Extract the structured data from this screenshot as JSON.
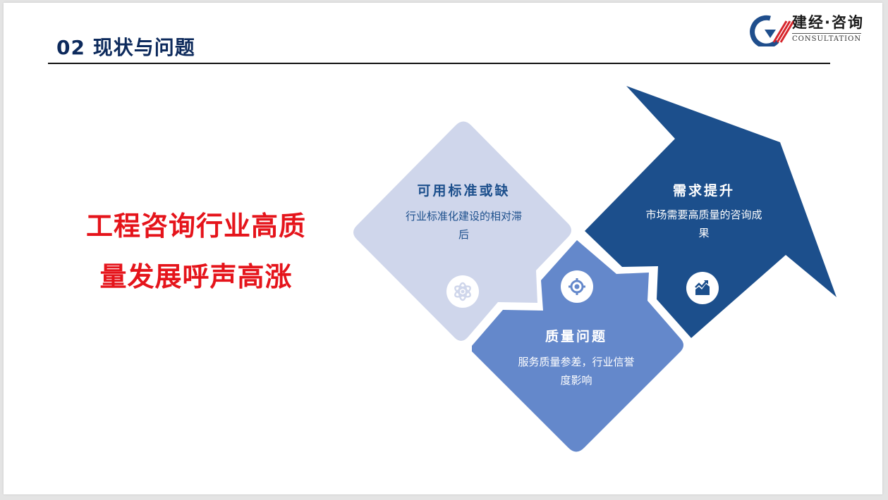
{
  "header": {
    "title": "02 现状与问题"
  },
  "logo": {
    "name_cn": "建经·咨询",
    "name_en": "CONSULTATION",
    "colors": {
      "blue": "#1f4e8c",
      "red": "#d7262c"
    }
  },
  "headline": {
    "line1": "工程咨询行业高质",
    "line2": "量发展呼声高涨",
    "color": "#e5141b"
  },
  "diagram": {
    "cards": [
      {
        "id": "standards",
        "title": "可用标准或缺",
        "description": "行业标准化建设的相对滞后",
        "icon": "atom-icon",
        "fill": "#cfd6eb",
        "text_color": "#1c4f8c"
      },
      {
        "id": "quality",
        "title": "质量问题",
        "description": "服务质量参差，行业信誉度影响",
        "icon": "target-icon",
        "fill": "#6488cb",
        "text_color": "#ffffff"
      },
      {
        "id": "demand",
        "title": "需求提升",
        "description": "市场需要高质量的咨询成果",
        "icon": "growth-chart-icon",
        "fill": "#1c4f8c",
        "text_color": "#ffffff"
      }
    ]
  }
}
